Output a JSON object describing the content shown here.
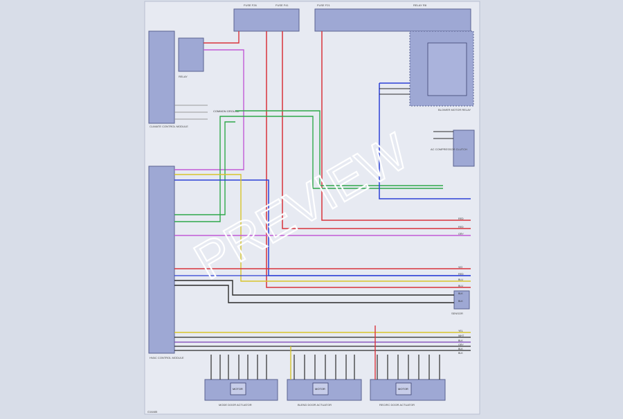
{
  "watermark": "PREVIEW",
  "colors": {
    "page_bg": "#d8dde8",
    "sheet_bg": "#e7eaf2",
    "module_fill": "#9ea8d4",
    "module_stroke": "#5a6290",
    "wire_red": "#d9333b",
    "wire_green": "#2fa84a",
    "wire_blue": "#2b3fd6",
    "wire_violet": "#c25ad6",
    "wire_yellow": "#d8c52a",
    "wire_gray": "#9a9a9a",
    "wire_black": "#2b2b2b",
    "wire_purple": "#7a3fb5"
  },
  "labels": {
    "fuse_top_left": "FUSE F26",
    "fuse_top_mid": "FUSE F41",
    "fuse_top_right": "FUSE F21",
    "relay_top_far_right": "RELAY R8",
    "left_upper_module": "CLIMATE CONTROL MODULE",
    "left_lower_module": "HVAC CONTROL MODULE",
    "relay_small_left": "RELAY",
    "junction_center": "COMMON GROUND",
    "right_relay_box": "BLOWER MOTOR RELAY",
    "right_small_box": "AC COMPRESSOR CLUTCH",
    "right_sensor_box": "SENSOR",
    "actuator_1": "MODE DOOR ACTUATOR",
    "actuator_2": "BLEND DOOR ACTUATOR",
    "actuator_3": "RECIRC DOOR ACTUATOR",
    "motor_text": "MOTOR",
    "footer_code": "G16485"
  },
  "wire_codes_right": [
    "RED",
    "RED",
    "GRY",
    "VIO",
    "RED",
    "BLU",
    "BLU",
    "BLK",
    "BLK",
    "YEL",
    "WHT",
    "BLK",
    "GRY",
    "BLK",
    "BLK"
  ]
}
